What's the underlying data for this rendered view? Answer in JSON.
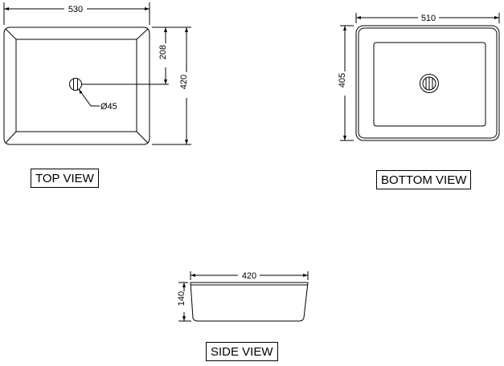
{
  "top_view": {
    "label": "TOP VIEW",
    "width_dim": "530",
    "depth_dim": "420",
    "drain_offset_dim": "208",
    "drain_diameter_dim": "Ø45"
  },
  "bottom_view": {
    "label": "BOTTOM VIEW",
    "width_dim": "510",
    "depth_dim": "405"
  },
  "side_view": {
    "label": "SIDE VIEW",
    "width_dim": "420",
    "height_dim": "140"
  }
}
